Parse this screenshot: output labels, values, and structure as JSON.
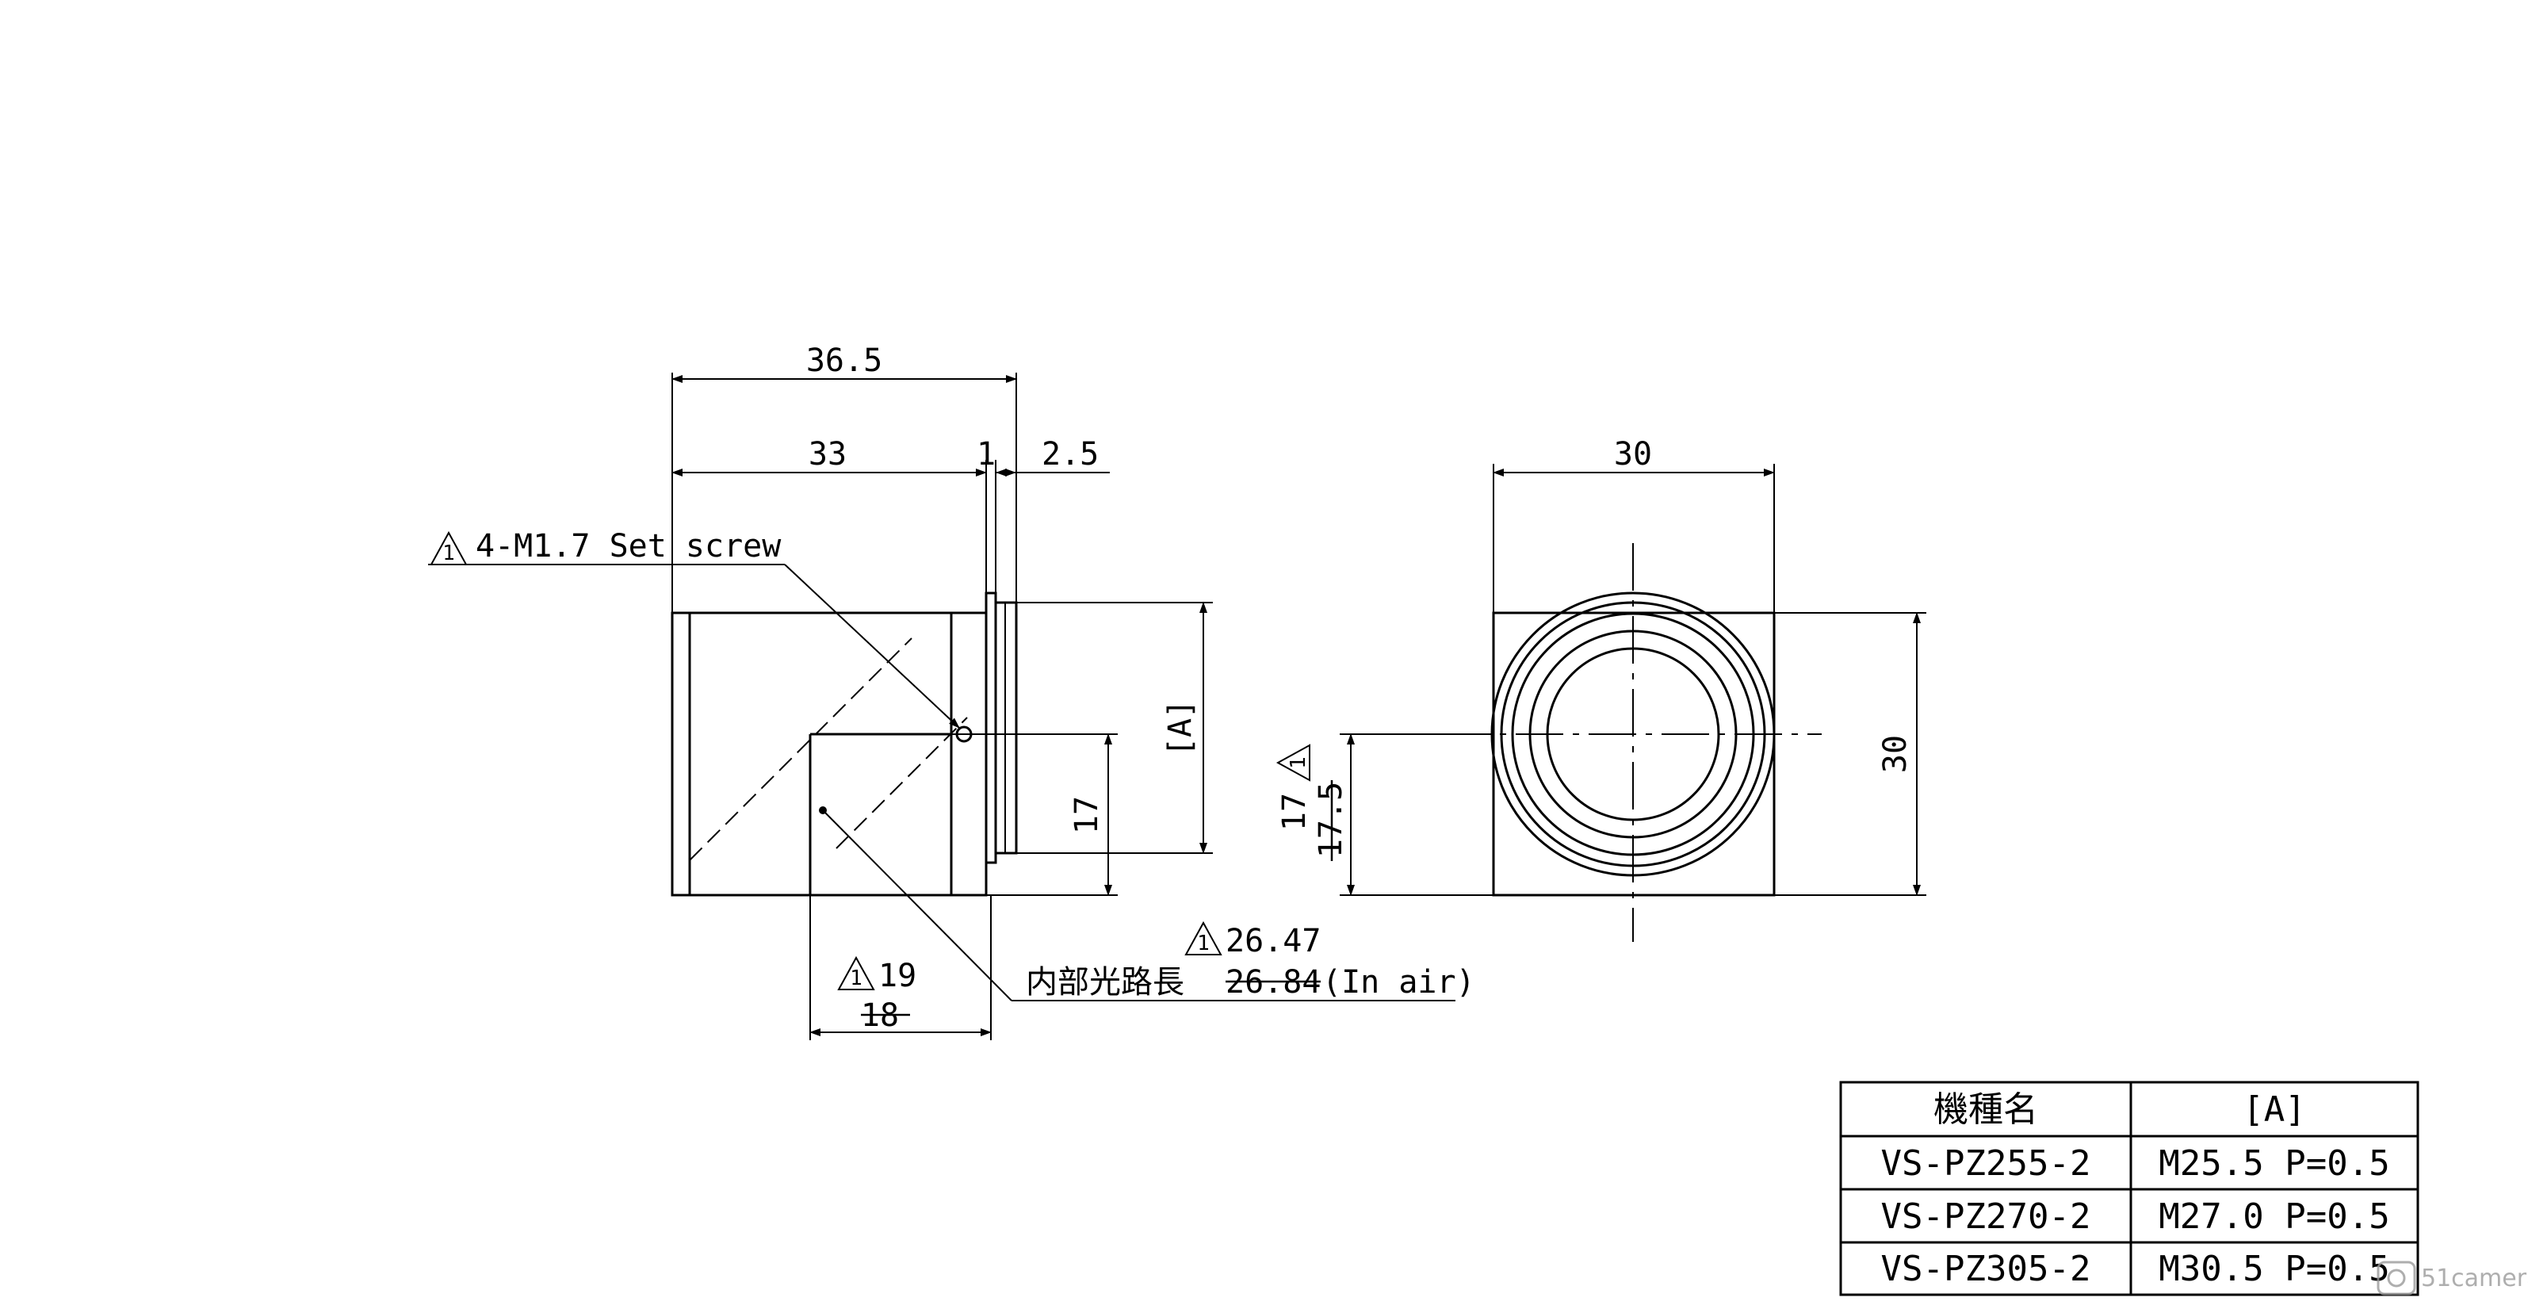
{
  "side_view": {
    "dim_overall": "36.5",
    "dim_body": "33",
    "dim_flange": "1",
    "dim_mount": "2.5",
    "dim_thread": "[A]",
    "dim_axis_height": "17",
    "set_screw_note": "4-M1.7 Set screw",
    "rev_mark": "1",
    "dim_depth_new": "19",
    "dim_depth_old": "18",
    "path_new": "26.47",
    "path_label": "内部光路長",
    "path_old": "26.84",
    "path_medium": "(In air)"
  },
  "front_view": {
    "dim_width": "30",
    "dim_height": "30",
    "dim_center_new": "17",
    "dim_center_old": "17.5"
  },
  "model_table": {
    "headers": [
      "機種名",
      "[A]"
    ],
    "rows": [
      [
        "VS-PZ255-2",
        "M25.5 P=0.5"
      ],
      [
        "VS-PZ270-2",
        "M27.0 P=0.5"
      ],
      [
        "VS-PZ305-2",
        "M30.5 P=0.5"
      ]
    ]
  },
  "watermark": {
    "brand": "51camera"
  }
}
